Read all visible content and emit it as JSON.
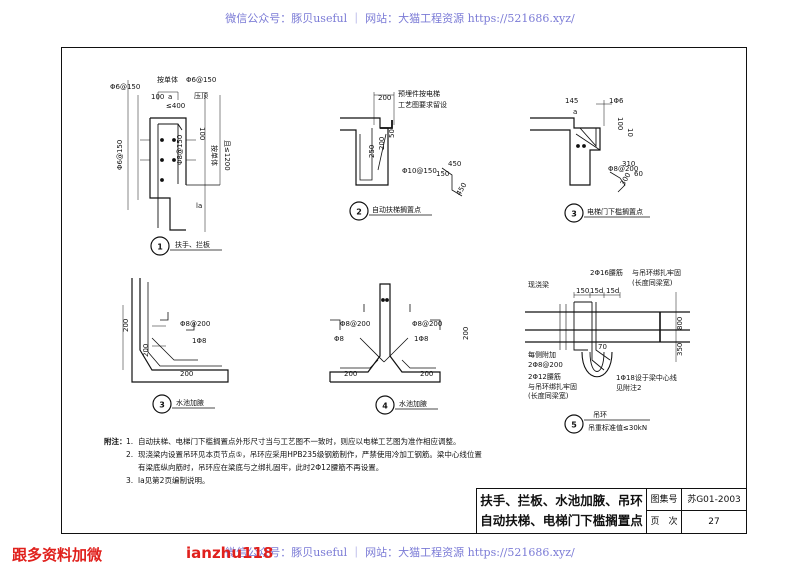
{
  "watermark_top": "微信公众号：豚贝useful ｜ 网站：大猫工程资源 https://521686.xyz/",
  "watermark_bottom": "微信公众号：豚贝useful ｜ 网站：大猫工程资源 https://521686.xyz/",
  "footer_left": "跟多资料加微",
  "footer_right": "ianzhu118",
  "details": {
    "d1": {
      "number": "1",
      "caption": "扶手、拦板",
      "labels": [
        "按单体",
        "Φ6@150",
        "Φ6@150",
        "压顶",
        "100",
        "a",
        "≤400",
        "100",
        "Φ6@150",
        "Φ8@150",
        "按单体",
        "且≤1200",
        "la"
      ]
    },
    "d2": {
      "number": "2",
      "caption": "自动扶梯搁置点",
      "labels": [
        "200",
        "预埋件按电梯",
        "工艺图要求留设",
        "250",
        "200",
        "50",
        "Φ10@150",
        "450",
        "450",
        "150"
      ]
    },
    "d3": {
      "number": "3",
      "caption": "电梯门下槛搁置点",
      "labels": [
        "145",
        "a",
        "1Φ6",
        "100",
        "10",
        "Φ8@200",
        "310",
        "300",
        "60"
      ]
    },
    "d4": {
      "number": "3",
      "caption": "水池加腋",
      "labels": [
        "200",
        "Φ8@200",
        "1Φ8",
        "200",
        "200"
      ]
    },
    "d5": {
      "number": "4",
      "caption": "水池加腋",
      "labels": [
        "Φ8@200",
        "Φ8@200",
        "Φ8",
        "1Φ8",
        "200",
        "200",
        "200"
      ]
    },
    "d6": {
      "number": "5",
      "caption": "吊环",
      "subcaption": "吊重标准值≤30kN",
      "labels": [
        "2Φ16腰筋",
        "与吊环绑扎牢固",
        "(长度同梁宽)",
        "现浇梁",
        "150",
        "15d",
        "15d",
        "800",
        "350",
        "每侧附加",
        "2Φ8@200",
        "70",
        "2Φ12腰筋",
        "与吊环绑扎牢固",
        "(长度同梁宽)",
        "1Φ18设于梁中心线",
        "见附注2"
      ]
    }
  },
  "notes": {
    "label": "附注：",
    "items": [
      {
        "n": "1.",
        "text": "自动扶梯、电梯门下槛搁置点外形尺寸当与工艺图不一致时，则应以电梯工艺图为准作相应调整。"
      },
      {
        "n": "2.",
        "text": "现浇梁内设置吊环见本页节点⑤，吊环应采用HPB235级钢筋制作，严禁使用冷加工钢筋。梁中心线位置有梁底纵向筋时，吊环应在梁底与之绑扎固牢，此时2Φ12腰筋不再设置。"
      },
      {
        "n": "3.",
        "text": "la见第2页编制说明。"
      }
    ]
  },
  "title_block": {
    "title_line1": "扶手、拦板、水池加腋、吊环",
    "title_line2": "自动扶梯、电梯门下槛搁置点",
    "atlas_label": "图集号",
    "atlas_value": "苏G01-2003",
    "page_label": "页　次",
    "page_value": "27"
  }
}
